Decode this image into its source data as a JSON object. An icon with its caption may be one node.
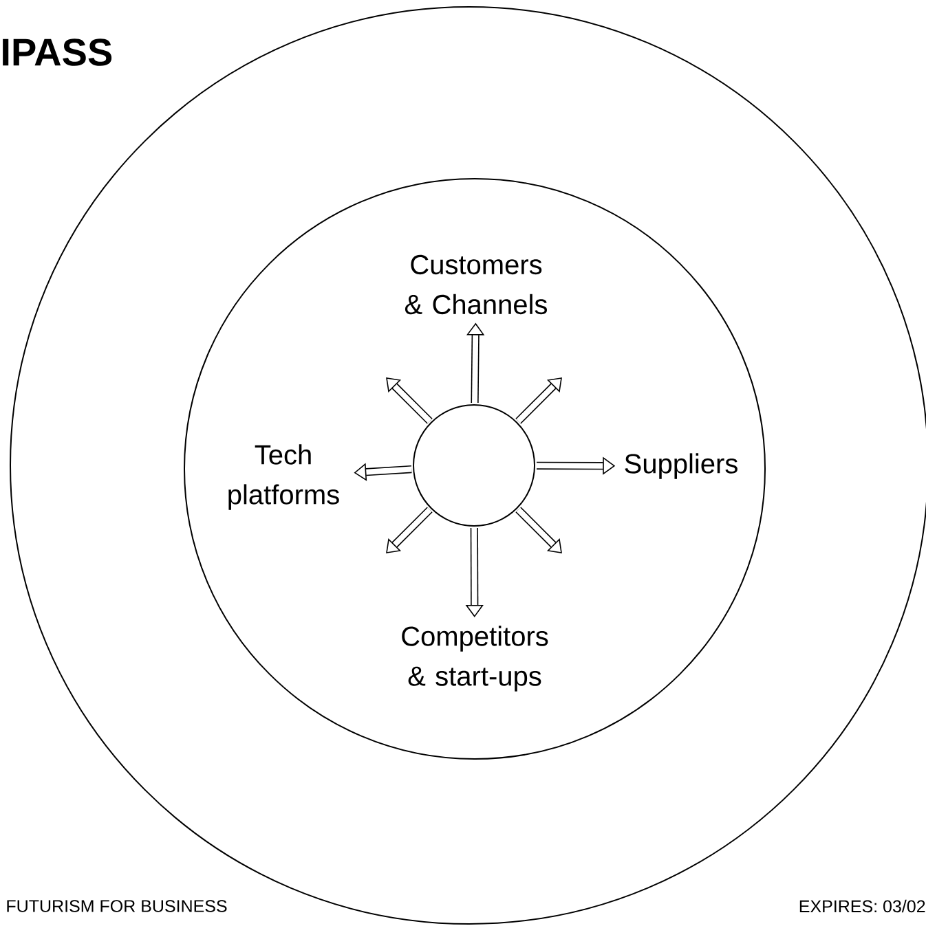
{
  "diagram": {
    "title": "IPASS",
    "nodes": [
      {
        "text": [],
        "shape": "circle"
      },
      {
        "text": [],
        "shape": "circle",
        "in": 0
      },
      {
        "text": [],
        "shape": "circle",
        "in": 1
      },
      {
        "text": [
          "Customers & Channels"
        ],
        "in": 1
      },
      {
        "text": [
          "Tech platforms"
        ],
        "in": 1
      },
      {
        "text": [
          "Suppliers"
        ],
        "in": 1
      },
      {
        "text": [
          "Competitors & start-ups"
        ],
        "in": 1
      }
    ],
    "edges": [
      {
        "from": 2,
        "to": 3,
        "arrow": "to"
      },
      {
        "from": 2,
        "to": 4,
        "arrow": "to"
      },
      {
        "from": 2,
        "to": 5,
        "arrow": "to"
      },
      {
        "from": 2,
        "to": 6,
        "arrow": "to"
      },
      {
        "from": 2,
        "to": null,
        "arrow": "to"
      },
      {
        "from": 2,
        "to": null,
        "arrow": "to"
      },
      {
        "from": 2,
        "to": null,
        "arrow": "to"
      },
      {
        "from": 2,
        "to": null,
        "arrow": "to"
      }
    ],
    "labels": [
      "FUTURISM FOR BUSINESS",
      "EXPIRES: 03/02"
    ]
  }
}
